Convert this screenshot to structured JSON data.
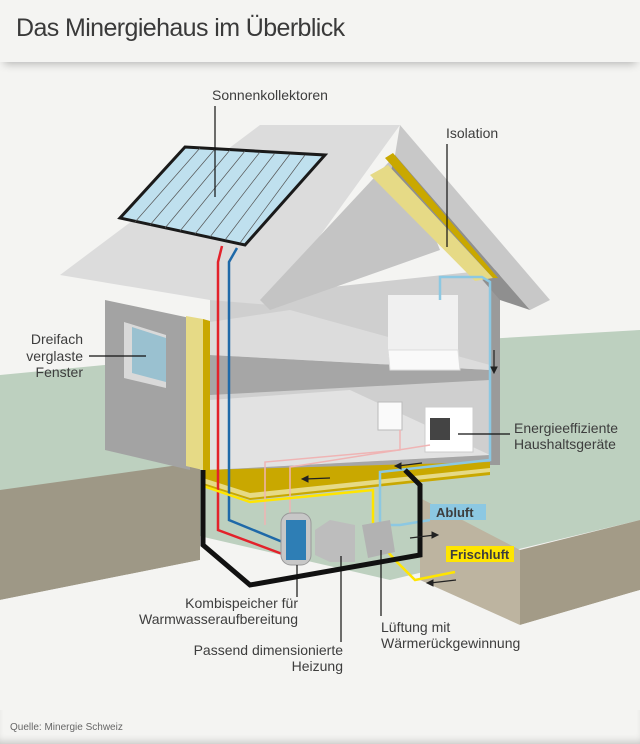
{
  "header": {
    "title": "Das Minergiehaus im Überblick"
  },
  "footer": {
    "source": "Quelle: Minergie Schweiz"
  },
  "labels": {
    "solar": "Sonnenkollektoren",
    "insulation": "Isolation",
    "window_line1": "Dreifach",
    "window_line2": "verglaste",
    "window_line3": "Fenster",
    "appliances_line1": "Energieeffiziente",
    "appliances_line2": "Haushaltsgeräte",
    "exhaust_air": "Abluft",
    "fresh_air": "Frischluft",
    "storage_line1": "Kombispeicher für",
    "storage_line2": "Warmwasseraufbereitung",
    "heating_line1": "Passend dimensionierte",
    "heating_line2": "Heizung",
    "ventilation_line1": "Lüftung mit",
    "ventilation_line2": "Wärmerückgewinnung"
  },
  "colors": {
    "hot_pipe": "#e3222b",
    "cold_pipe": "#1f69a8",
    "exhaust_pipe": "#8cc8e2",
    "fresh_pipe": "#ffe500",
    "insulation": "#e6da86",
    "insulation_edge": "#c9a800",
    "grass": "#bdd0bf",
    "soil": "#b9b09c"
  }
}
